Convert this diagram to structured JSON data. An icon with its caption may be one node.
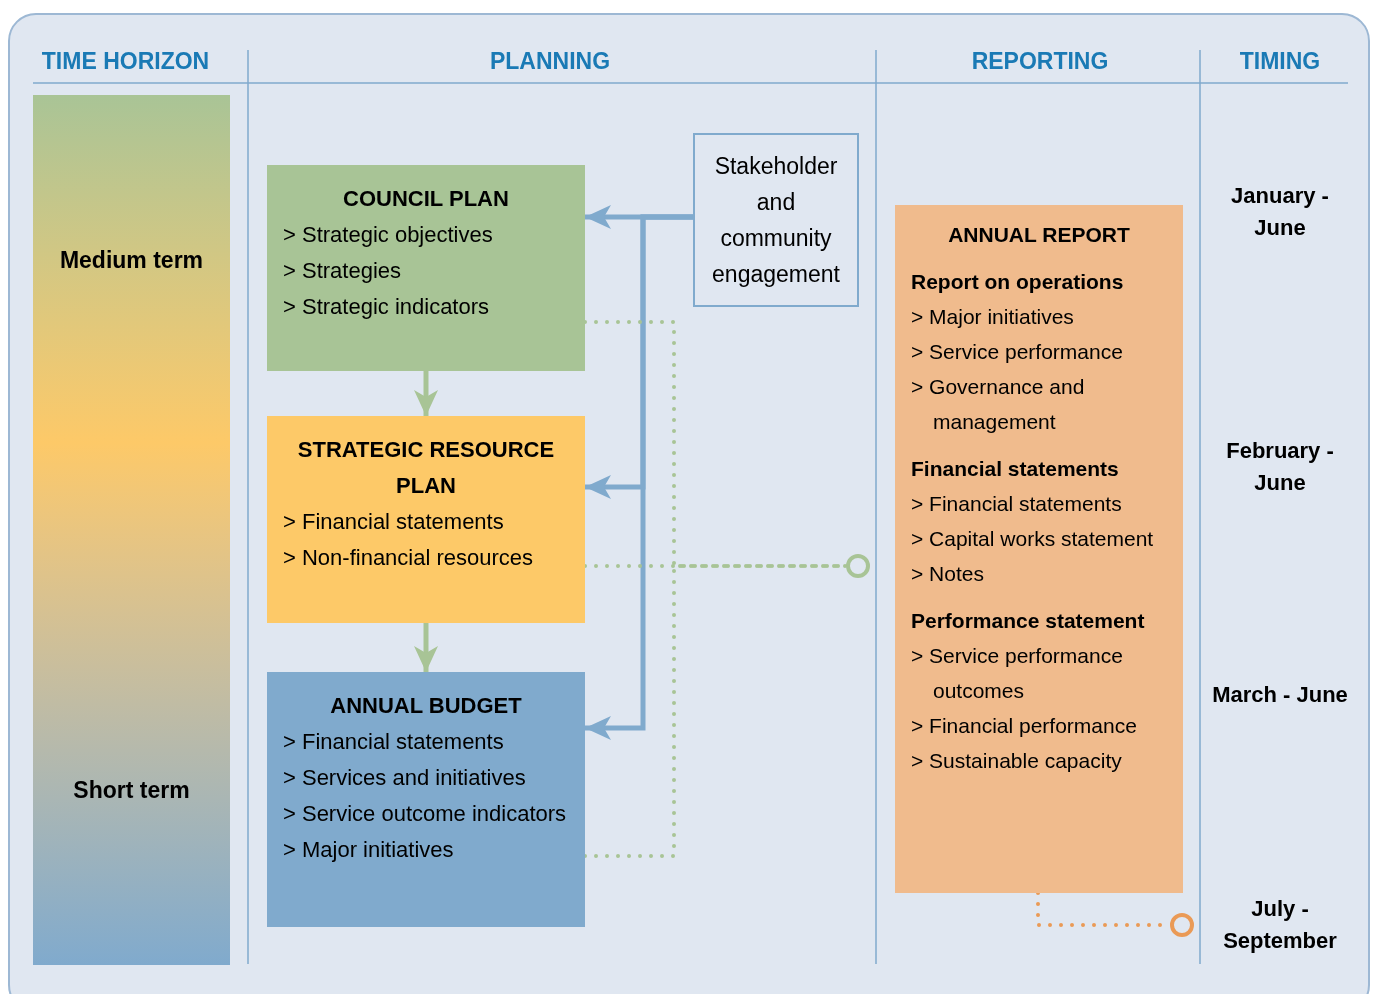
{
  "diagram": {
    "nodes": [
      {
        "text": [
          "Medium term",
          "Short term"
        ]
      },
      {
        "text": [
          "COUNCIL PLAN",
          "> Strategic objectives",
          "> Strategies",
          "> Strategic indicators"
        ]
      },
      {
        "text": [
          "STRATEGIC RESOURCE PLAN",
          "> Financial statements",
          "> Non-financial resources"
        ]
      },
      {
        "text": [
          "ANNUAL BUDGET",
          "> Financial statements",
          "> Services and initiatives",
          "> Service outcome indicators",
          "> Major initiatives"
        ]
      },
      {
        "text": [
          "Stakeholder and community engagement"
        ]
      },
      {
        "text": [],
        "shape": "circle"
      },
      {
        "text": [
          "ANNUAL REPORT",
          "Report on operations",
          "> Major initiatives",
          "> Service performance",
          "> Governance and management",
          "Financial statements",
          "> Financial statements",
          "> Capital works statement",
          "> Notes",
          "Performance statement",
          "> Service performance outcomes",
          "> Financial performance",
          "> Sustainable capacity"
        ]
      },
      {
        "text": [],
        "shape": "circle"
      }
    ],
    "edges": [
      {
        "from": 1,
        "to": 2,
        "arrow": "to",
        "color": "#a8c496"
      },
      {
        "from": 2,
        "to": 3,
        "arrow": "to",
        "color": "#a8c496"
      },
      {
        "from": 4,
        "to": 1,
        "arrow": "to"
      },
      {
        "from": 4,
        "to": 2,
        "arrow": "to"
      },
      {
        "from": 4,
        "to": 3,
        "arrow": "to"
      },
      {
        "from": 1,
        "to": 5,
        "arrow": "none",
        "style": "dashed",
        "color": "#a8c496"
      },
      {
        "from": 2,
        "to": 5,
        "arrow": "none",
        "style": "dashed",
        "color": "#a8c496"
      },
      {
        "from": 3,
        "to": 5,
        "arrow": "none",
        "style": "dashed",
        "color": "#a8c496"
      },
      {
        "from": 6,
        "to": 7,
        "arrow": "none",
        "style": "dashed",
        "color": "#ea9a56"
      }
    ],
    "labels": [
      "TIME HORIZON",
      "PLANNING",
      "REPORTING",
      "TIMING",
      "January - June",
      "February - June",
      "March - June",
      "July - September"
    ]
  }
}
